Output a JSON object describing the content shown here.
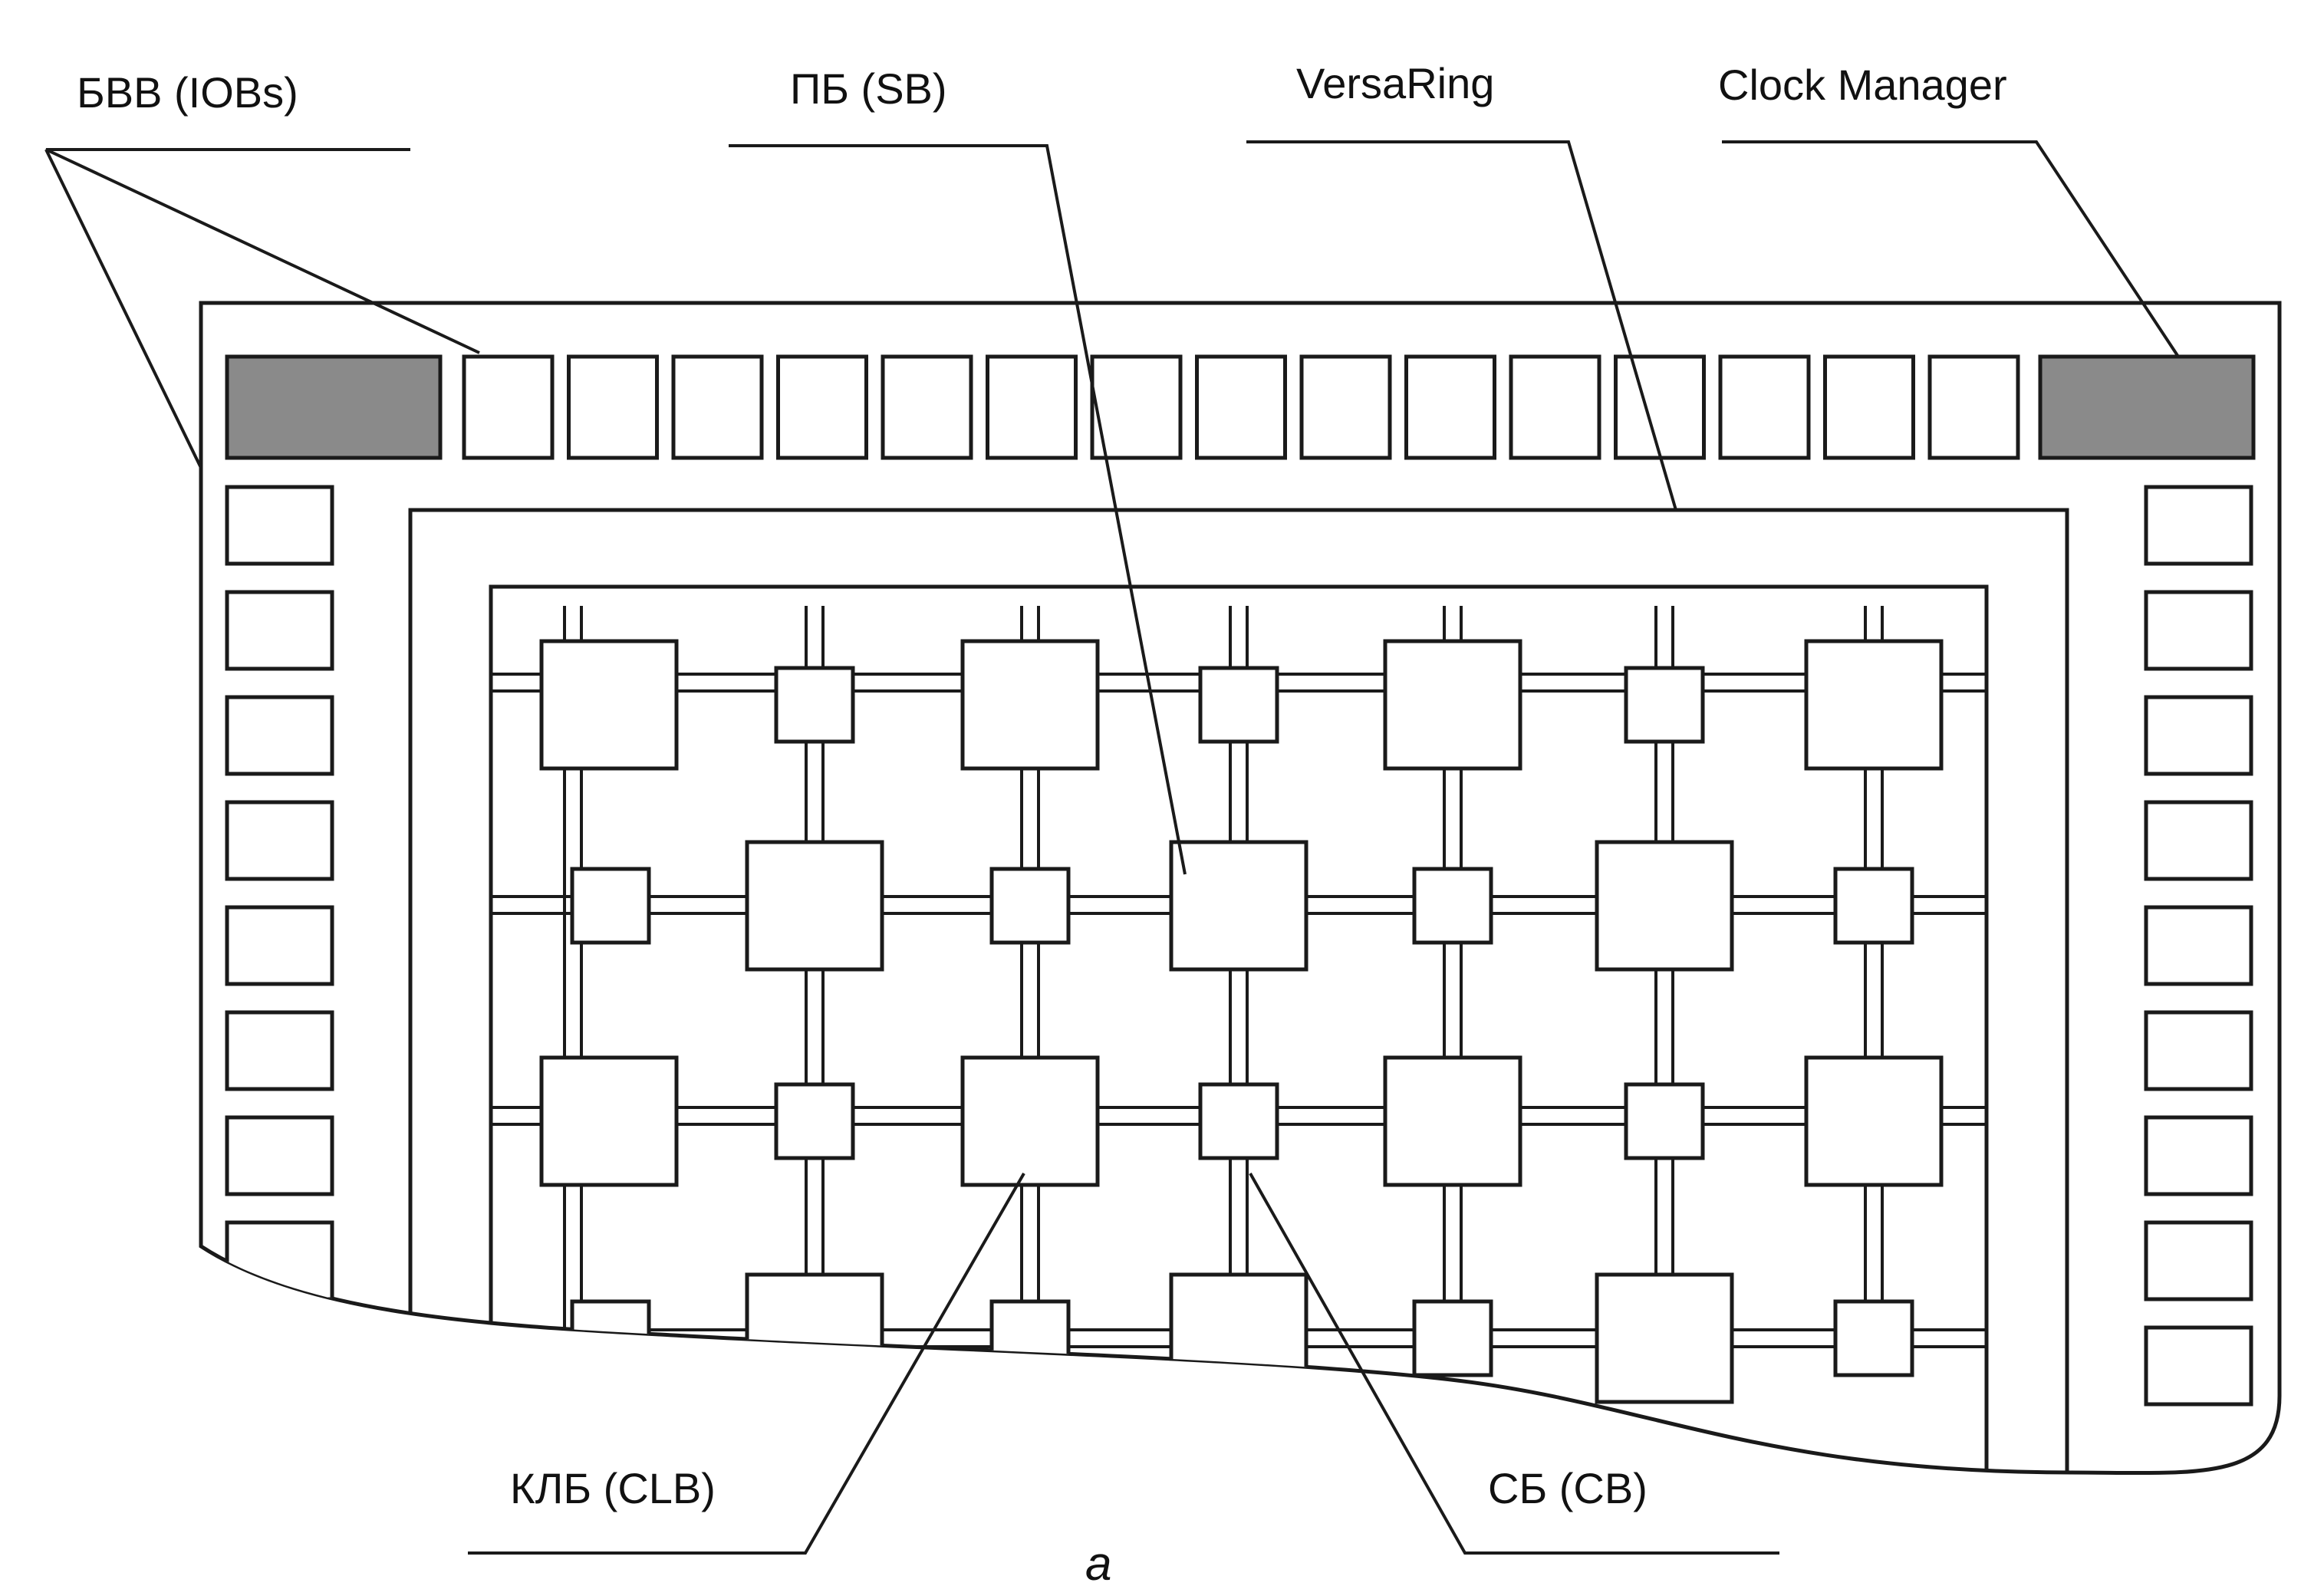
{
  "labels": {
    "iobs": "БВВ (IOBs)",
    "sb": "ПБ (SB)",
    "versaring": "VersaRing",
    "clock_manager": "Clock Manager",
    "clb": "КЛБ (CLB)",
    "cb": "СБ (CB)"
  },
  "caption": "а",
  "colors": {
    "ink": "#1a1a1a",
    "clock_fill": "#8a8a8a",
    "block_fill": "#ffffff",
    "background": "#ffffff"
  }
}
